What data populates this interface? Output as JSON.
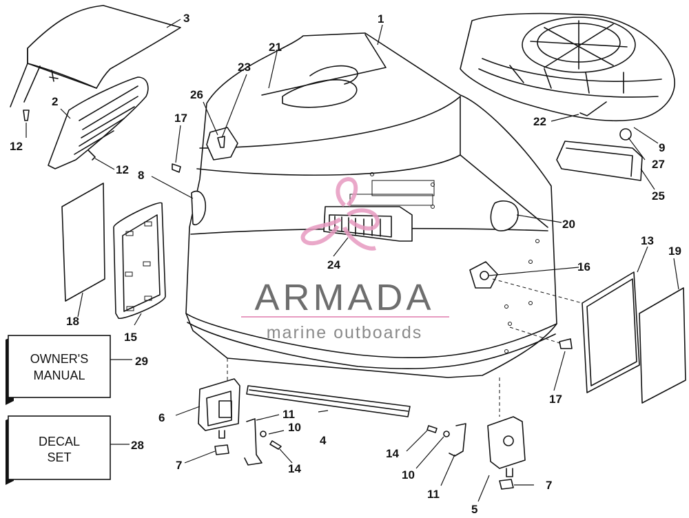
{
  "labels": {
    "l1": "1",
    "l2": "2",
    "l3": "3",
    "l4": "4",
    "l5": "5",
    "l6": "6",
    "l7a": "7",
    "l7b": "7",
    "l8": "8",
    "l9": "9",
    "l10a": "10",
    "l10b": "10",
    "l11a": "11",
    "l11b": "11",
    "l12a": "12",
    "l12b": "12",
    "l13": "13",
    "l14a": "14",
    "l14b": "14",
    "l15": "15",
    "l16": "16",
    "l17a": "17",
    "l17b": "17",
    "l18": "18",
    "l19": "19",
    "l20": "20",
    "l21": "21",
    "l22": "22",
    "l23": "23",
    "l24": "24",
    "l25": "25",
    "l26": "26",
    "l27": "27",
    "l28": "28",
    "l29": "29"
  },
  "boxes": {
    "manual_line1": "OWNER'S",
    "manual_line2": "MANUAL",
    "decal_line1": "DECAL",
    "decal_line2": "SET"
  },
  "watermark": {
    "brand": "ARMADA",
    "tagline": "marine outboards"
  },
  "colors": {
    "ink": "#111111",
    "watermark_gray": "#6e6e6e",
    "watermark_pink": "#e79ac0"
  }
}
